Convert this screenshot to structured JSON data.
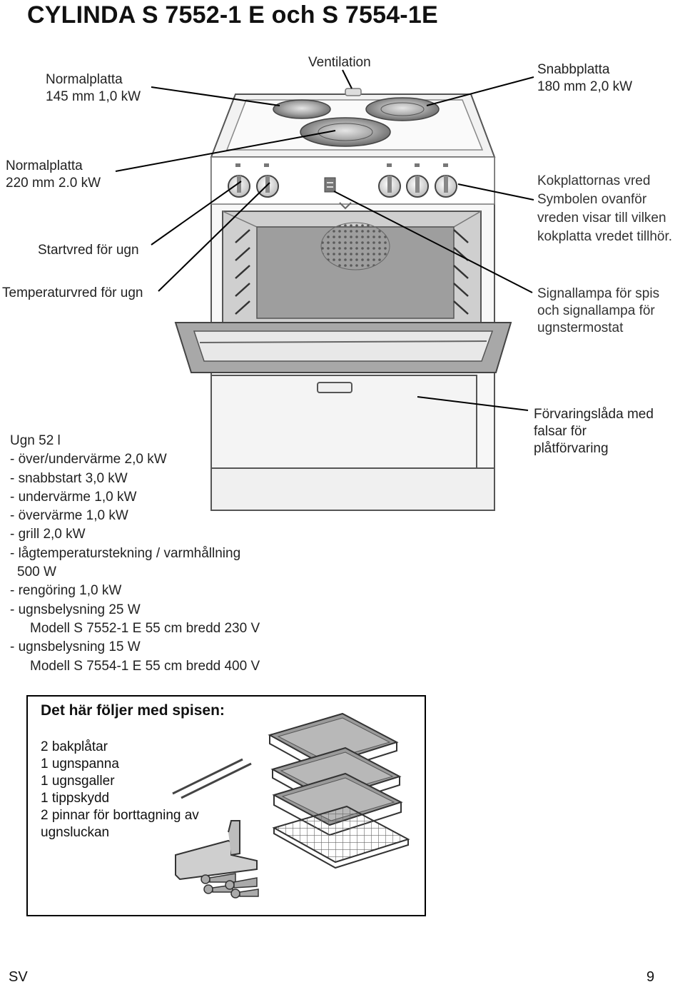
{
  "title": "CYLINDA S 7552-1 E och S 7554-1E",
  "labels": {
    "ventilation": "Ventilation",
    "normalplatta_145": [
      "Normalplatta",
      "145 mm 1,0 kW"
    ],
    "snabbplatta": [
      "Snabbplatta",
      "180 mm 2,0 kW"
    ],
    "normalplatta_220": [
      "Normalplatta",
      "220 mm 2.0 kW"
    ],
    "startvred": "Startvred för ugn",
    "kokplattornas_vred": [
      "Kokplattornas vred",
      "Symbolen ovanför",
      "vreden visar till vilken",
      "kokplatta vredet tillhör."
    ],
    "temperaturvred": "Temperaturvred för ugn",
    "signallampa": [
      "Signallampa för spis",
      "och signallampa för",
      "ugnstermostat"
    ],
    "forvaringslada": [
      "Förvaringslåda med",
      "falsar för",
      "plåtförvaring"
    ]
  },
  "specs": {
    "heading": "Ugn 52 l",
    "items": [
      "- över/undervärme 2,0 kW",
      "- snabbstart 3,0 kW",
      "- undervärme 1,0 kW",
      "- övervärme 1,0 kW",
      "- grill 2,0 kW",
      "- lågtemperaturstekning / varmhållning",
      "500 W",
      "- rengöring 1,0 kW",
      "- ugnsbelysning 25 W",
      "Modell S 7552-1 E 55 cm bredd 230 V",
      "- ugnsbelysning 15 W",
      "Modell S 7554-1 E 55 cm bredd 400 V"
    ]
  },
  "included": {
    "heading": "Det här följer med spisen:",
    "items": [
      "2 bakplåtar",
      "1 ugnspanna",
      "1 ugnsgaller",
      "1 tippskydd",
      "2 pinnar för borttagning av",
      "ugnsluckan"
    ]
  },
  "footer": {
    "lang": "SV",
    "page": "9"
  }
}
